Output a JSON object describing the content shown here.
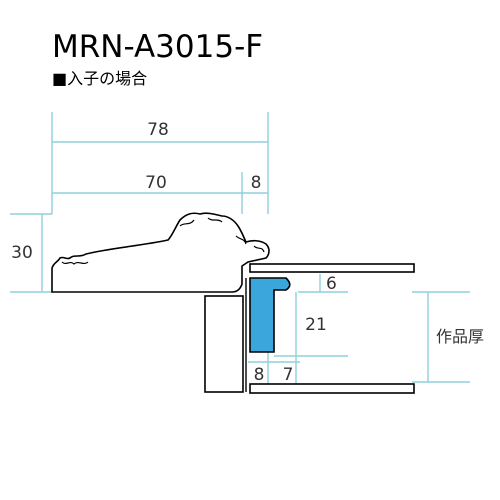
{
  "title": "MRN-A3015-F",
  "subtitle": "■入子の場合",
  "colors": {
    "dimension_line": "#8fd0dc",
    "outline": "#000000",
    "insert_fill": "#3aa6dc",
    "background": "#ffffff"
  },
  "dimensions": {
    "total_width": "78",
    "width_a": "70",
    "width_b": "8",
    "height": "30",
    "rabbet_depth": "6",
    "insert_height": "21",
    "bottom_a": "8",
    "bottom_b": "7",
    "work_thickness": "作品厚"
  }
}
